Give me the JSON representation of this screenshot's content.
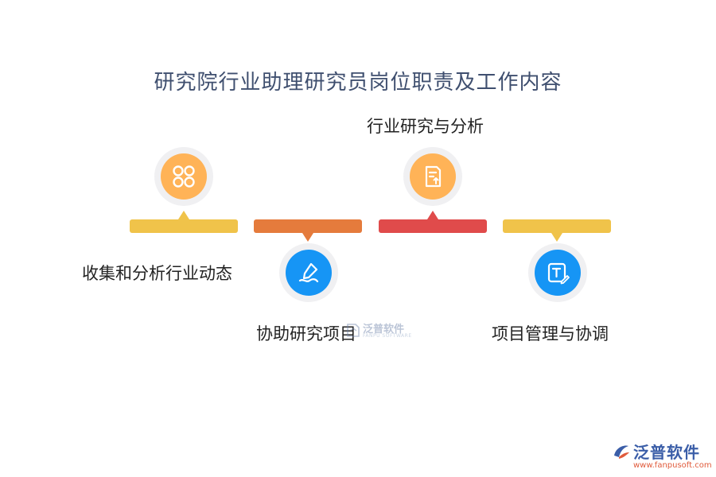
{
  "title": "研究院行业助理研究员岗位职责及工作内容",
  "steps": [
    {
      "label": "收集和分析行业动态",
      "icon": "grid-dots-icon",
      "bar_color": "#f0c34a",
      "circle_color": "#ffb357"
    },
    {
      "label": "协助研究项目",
      "icon": "pen-scribble-icon",
      "bar_color": "#e57b3c",
      "circle_color": "#1695f5"
    },
    {
      "label": "行业研究与分析",
      "icon": "document-upload-icon",
      "bar_color": "#e04b4b",
      "circle_color": "#ffb357"
    },
    {
      "label": "项目管理与协调",
      "icon": "text-edit-icon",
      "bar_color": "#f0c34a",
      "circle_color": "#1695f5"
    }
  ],
  "watermark": {
    "center_text": "泛普软件",
    "center_sub": "FANPU SOFTWARE",
    "brand_name": "泛普软件",
    "brand_url": "www.fanpusoft.com"
  }
}
